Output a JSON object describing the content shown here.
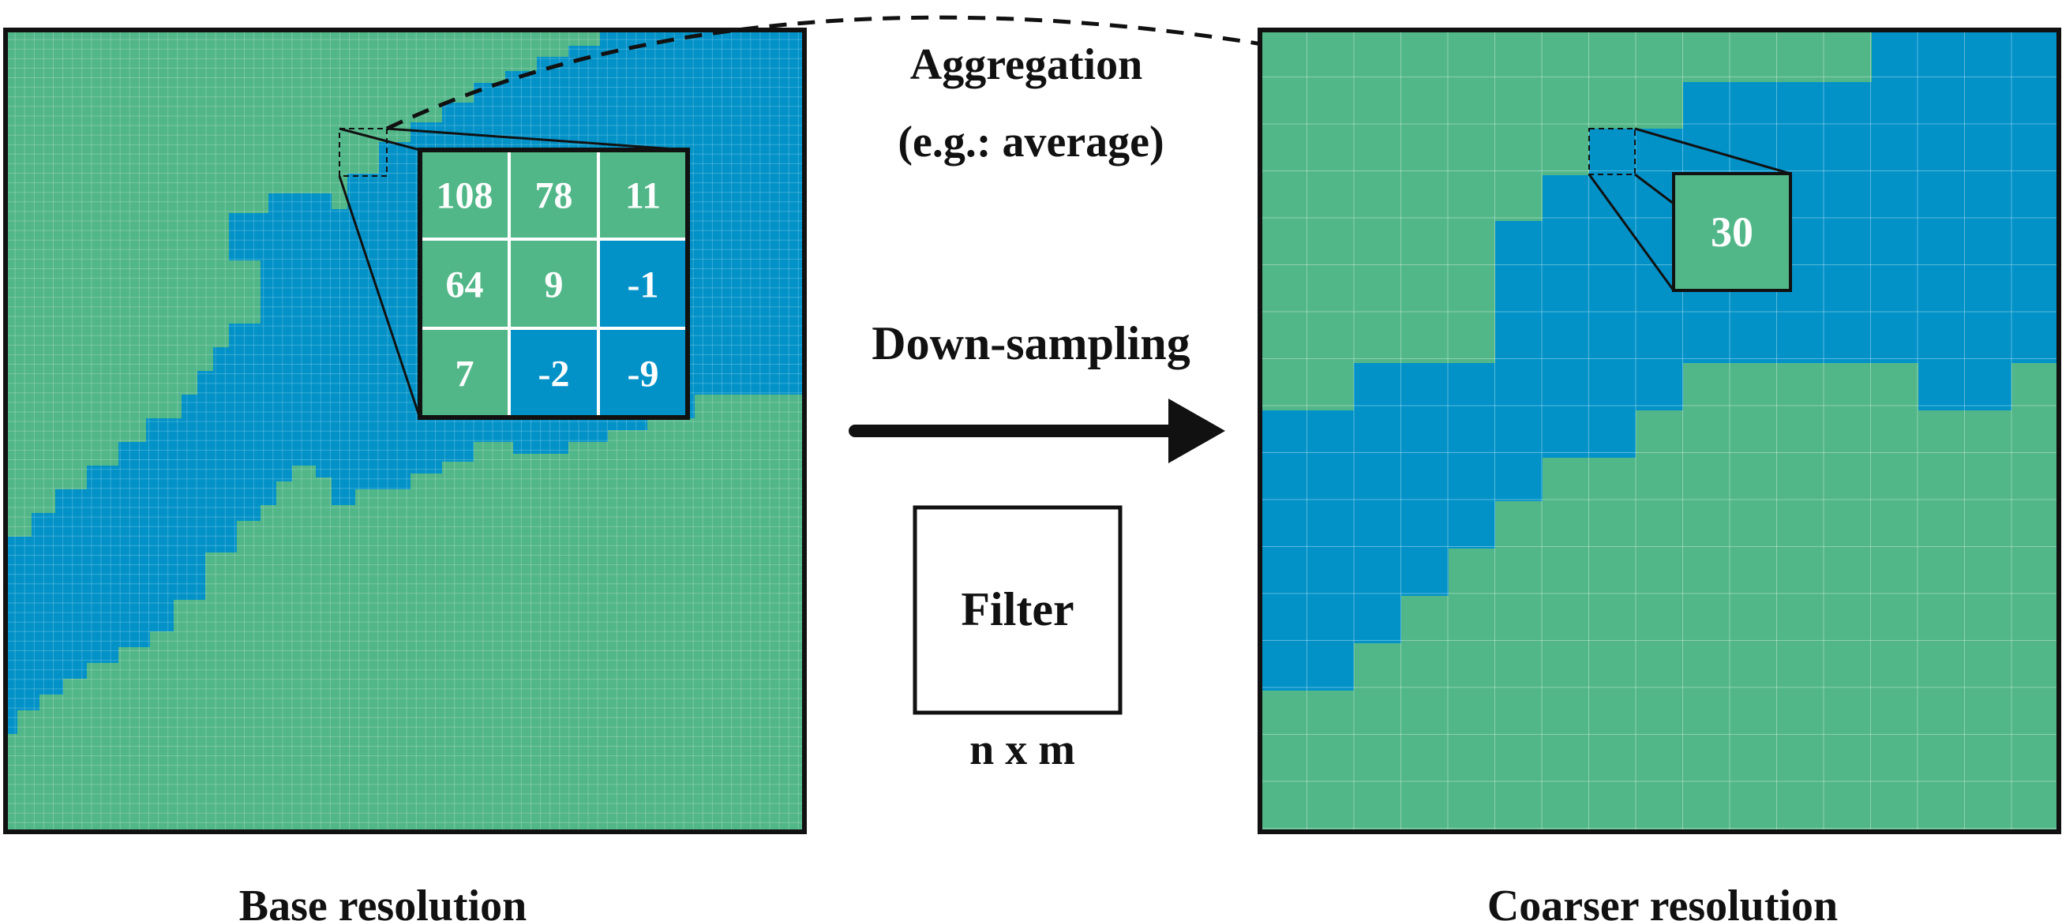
{
  "colors": {
    "land": "#52b788",
    "water": "#0292c8",
    "grid_line": "#7ccba4",
    "frame": "#111111"
  },
  "labels": {
    "aggregation": "Aggregation",
    "aggregation_example": "(e.g.: average)",
    "down_sampling": "Down-sampling",
    "filter": "Filter",
    "filter_size": "n x m",
    "base_resolution": "Base resolution",
    "coarser_resolution": "Coarser resolution"
  },
  "zoom_window": {
    "values": [
      [
        "108",
        "78",
        "11"
      ],
      [
        "64",
        "9",
        "-1"
      ],
      [
        "7",
        "-2",
        "-9"
      ]
    ],
    "classes": [
      [
        "land",
        "land",
        "land"
      ],
      [
        "land",
        "land",
        "water"
      ],
      [
        "land",
        "water",
        "water"
      ]
    ]
  },
  "aggregated_value": "30",
  "aggregated_class": "land",
  "icons": {
    "arrow": "right-arrow-icon",
    "dashed_arc": "curved-dashed-arrow-icon"
  }
}
